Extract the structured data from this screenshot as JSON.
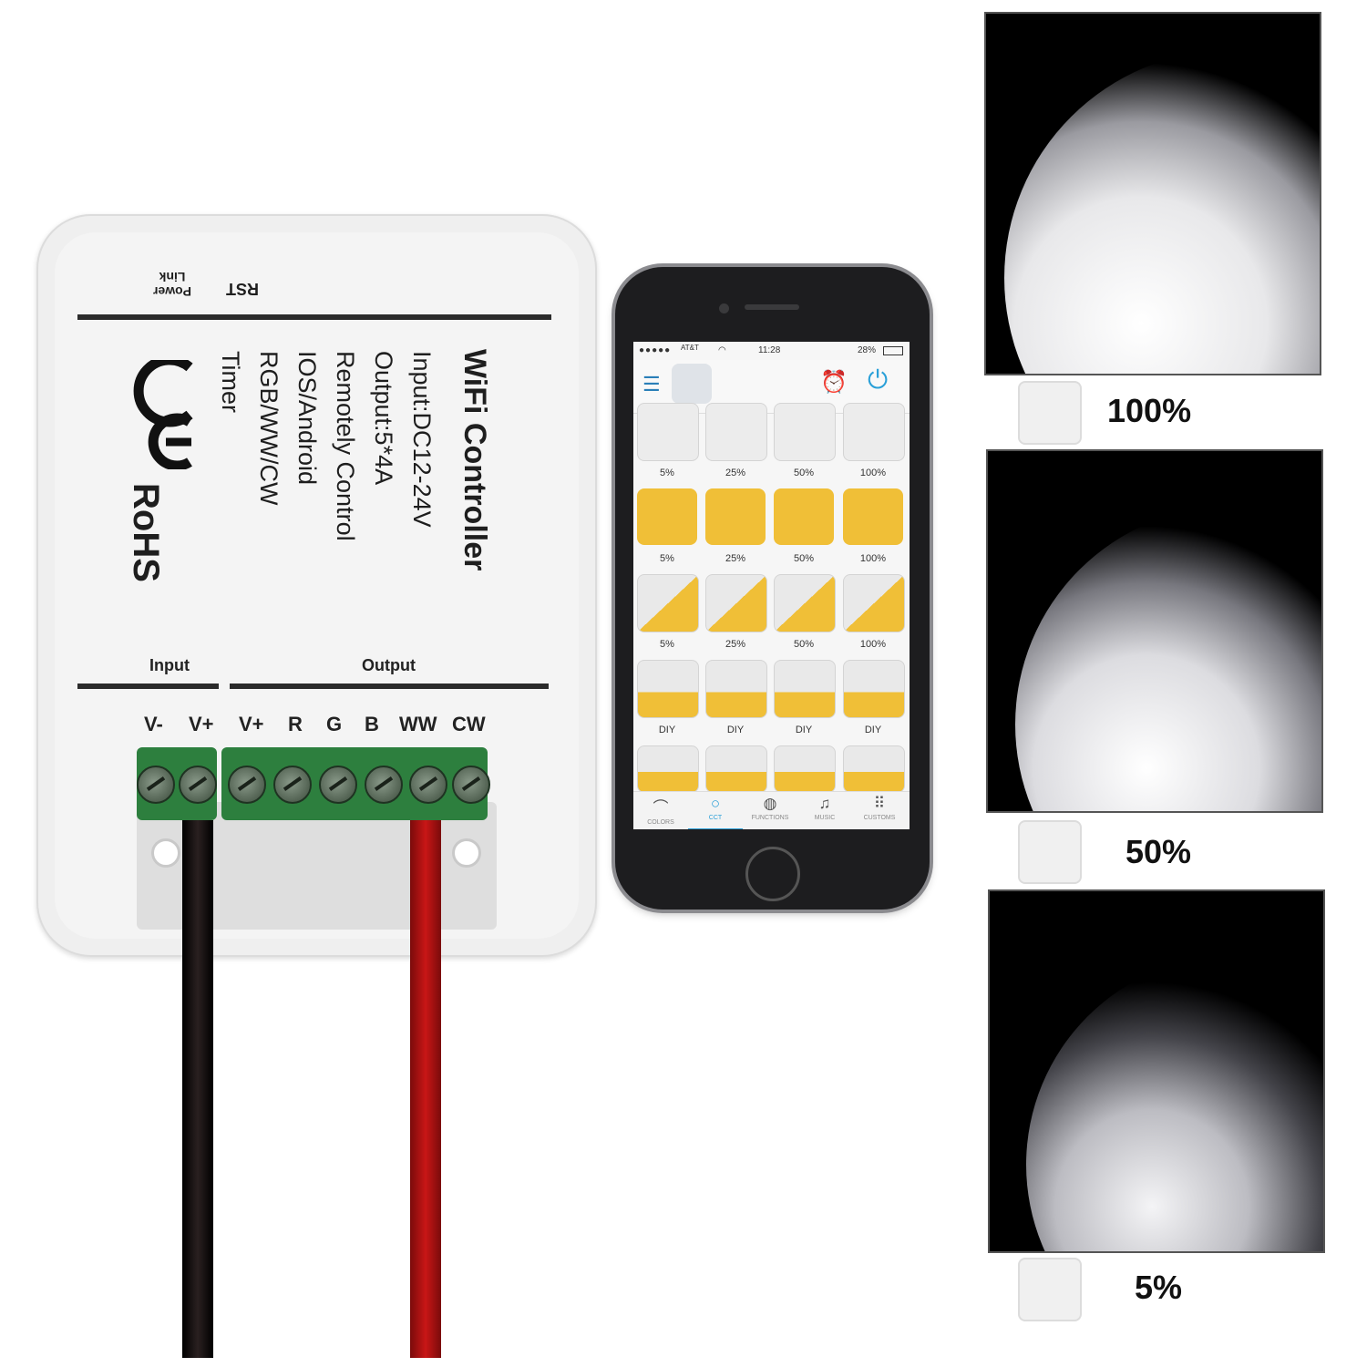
{
  "controller": {
    "top_labels": {
      "power": "Power",
      "link": "Link",
      "rst": "RST"
    },
    "title": "WiFi Controller",
    "specs": [
      "Input:DC12-24V",
      "Output:5*4A",
      "Remotely Control",
      "IOS/Android",
      "RGB/WW/CW",
      "Timer"
    ],
    "ce_mark": "CE",
    "rohs": "RoHS",
    "input_label": "Input",
    "output_label": "Output",
    "terminals": [
      "V-",
      "V+",
      "V+",
      "R",
      "G",
      "B",
      "WW",
      "CW"
    ]
  },
  "phone": {
    "status": {
      "carrier": "AT&T",
      "time": "11:28",
      "battery": "28%"
    },
    "rows": [
      {
        "style": "grey",
        "captions": [
          "5%",
          "25%",
          "50%",
          "100%"
        ]
      },
      {
        "style": "gold",
        "captions": [
          "5%",
          "25%",
          "50%",
          "100%"
        ]
      },
      {
        "style": "split",
        "captions": [
          "5%",
          "25%",
          "50%",
          "100%"
        ]
      },
      {
        "style": "diy",
        "captions": [
          "DIY",
          "DIY",
          "DIY",
          "DIY"
        ]
      }
    ],
    "tabs": [
      {
        "label": "COLORS",
        "icon": "rainbow-icon"
      },
      {
        "label": "CCT",
        "icon": "cct-icon",
        "active": true
      },
      {
        "label": "FUNCTIONS",
        "icon": "functions-icon"
      },
      {
        "label": "MUSIC",
        "icon": "music-icon"
      },
      {
        "label": "CUSTOMS",
        "icon": "grid-icon"
      }
    ],
    "colors": {
      "accent": "#f0bf37",
      "tab_active": "#2a9fd8"
    }
  },
  "brightness": [
    "100%",
    "50%",
    "5%"
  ]
}
